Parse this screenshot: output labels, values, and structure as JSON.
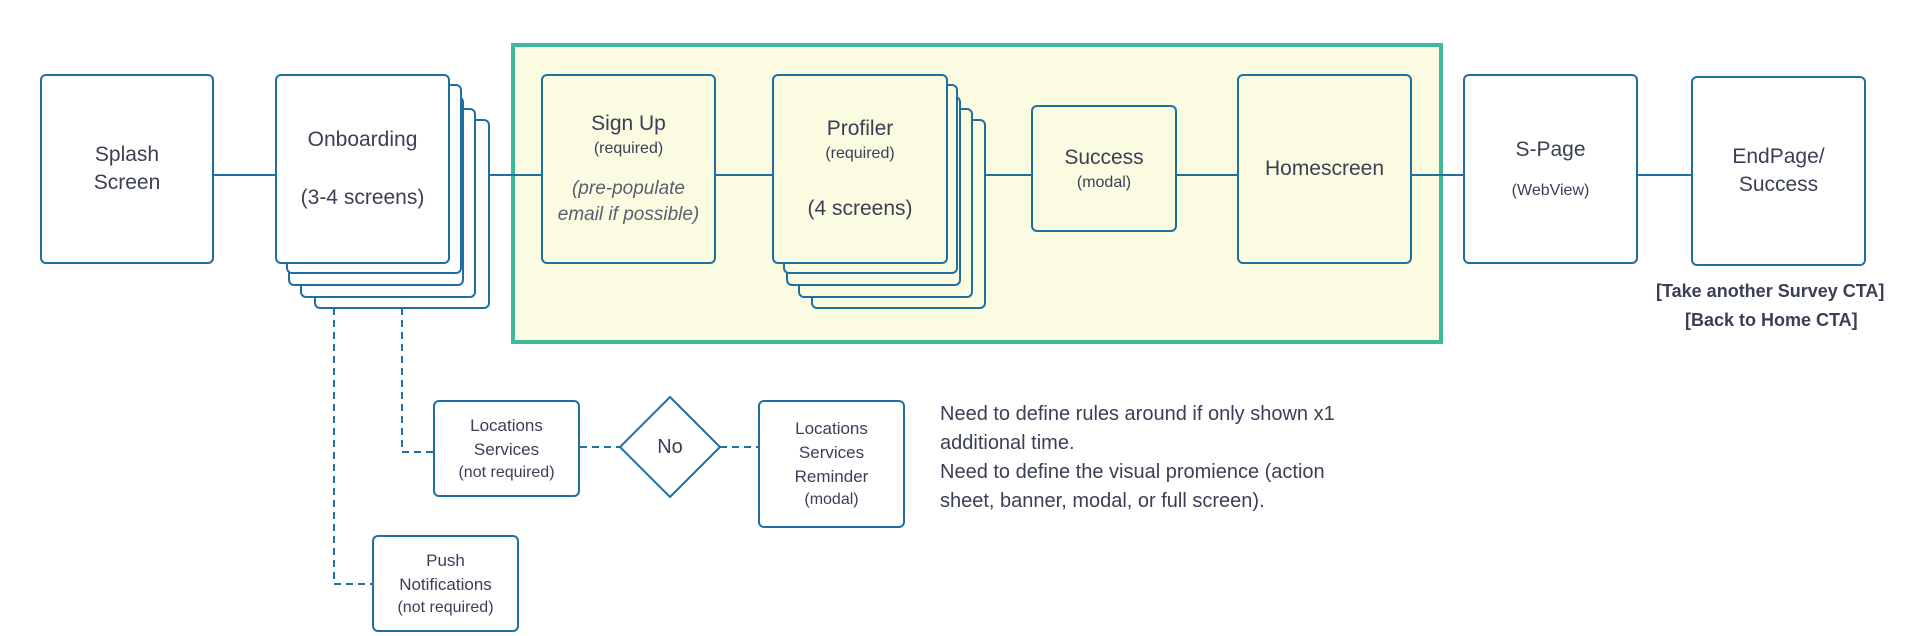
{
  "colors": {
    "node_border": "#1f6fa0",
    "highlight_fill": "#fbfbe1",
    "highlight_border": "#3fb99b",
    "text": "#3a3f55"
  },
  "nodes": {
    "splash": {
      "line1": "Splash",
      "line2": "Screen"
    },
    "onboarding": {
      "title": "Onboarding",
      "detail": "(3-4 screens)"
    },
    "signup": {
      "title": "Sign Up",
      "sub": "(required)",
      "note1": "(pre-populate",
      "note2": "email if possible)"
    },
    "profiler": {
      "title": "Profiler",
      "sub": "(required)",
      "detail": "(4 screens)"
    },
    "success": {
      "title": "Success",
      "sub": "(modal)"
    },
    "homescreen": {
      "title": "Homescreen"
    },
    "spage": {
      "title": "S-Page",
      "sub": "(WebView)"
    },
    "endpage": {
      "line1": "EndPage/",
      "line2": "Success"
    },
    "locations": {
      "line1": "Locations",
      "line2": "Services",
      "sub": "(not required)"
    },
    "decision": {
      "label": "No"
    },
    "reminder": {
      "line1": "Locations",
      "line2": "Services",
      "line3": "Reminder",
      "sub": "(modal)"
    },
    "push": {
      "line1": "Push",
      "line2": "Notifications",
      "sub": "(not required)"
    }
  },
  "cta": {
    "line1": "[Take another Survey CTA]",
    "line2": "[Back to Home CTA]"
  },
  "note": {
    "line1": "Need to define rules around if only shown x1",
    "line2": "additional time.",
    "line3": "Need to define the visual promience (action",
    "line4": "sheet, banner, modal, or full screen)."
  }
}
